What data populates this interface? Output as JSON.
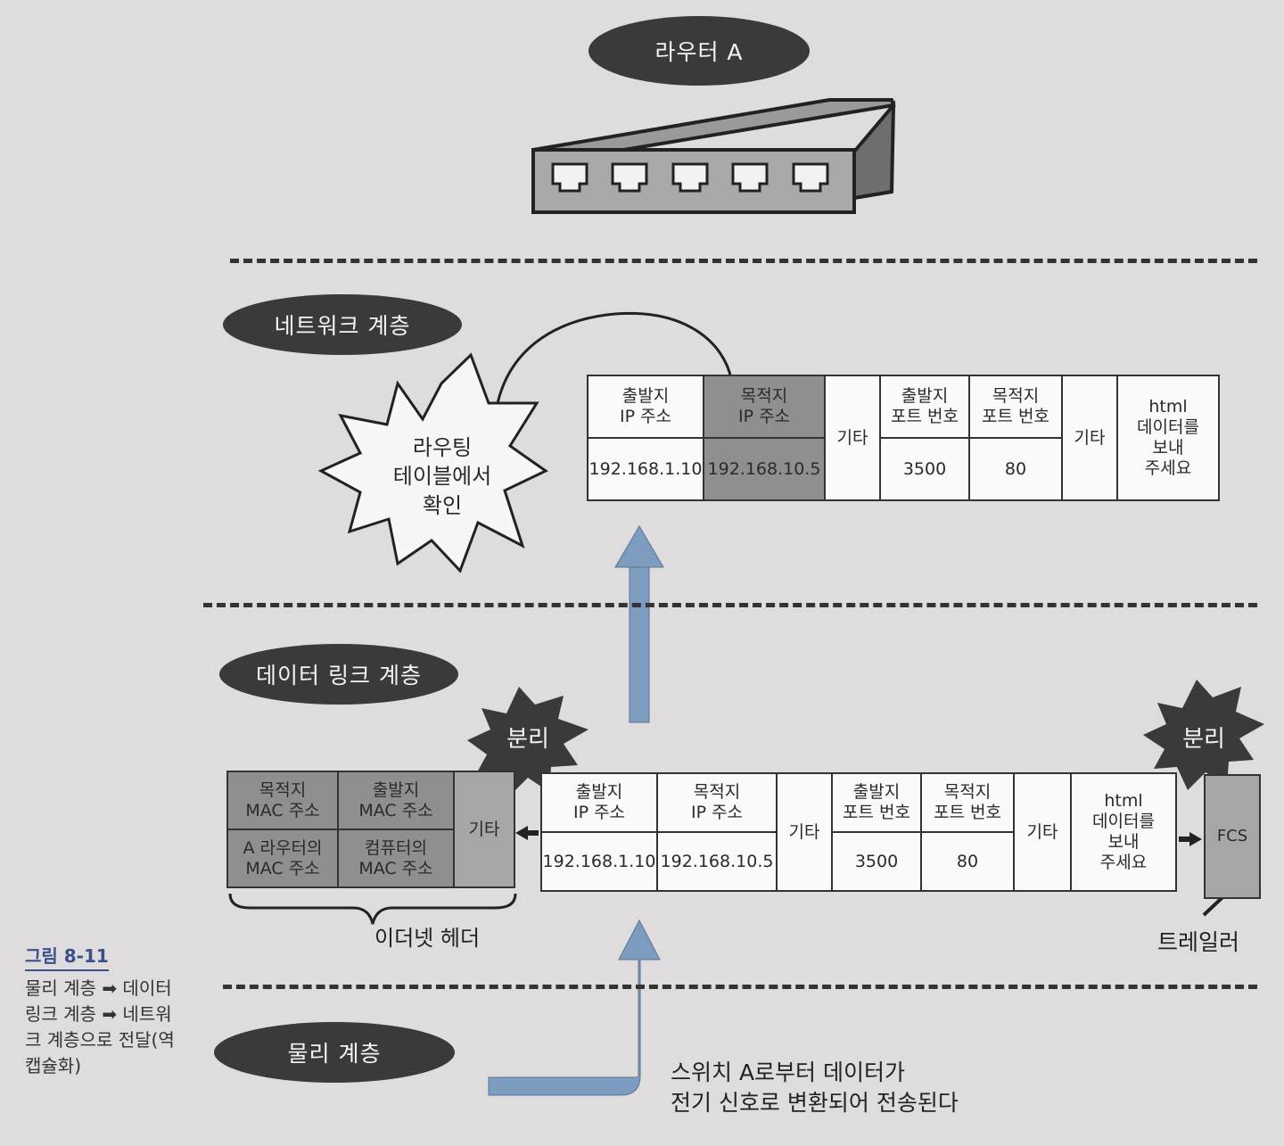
{
  "router": {
    "label": "라우터 A",
    "icon": "router-icon"
  },
  "layers": {
    "network": "네트워크 계층",
    "datalink": "데이터 링크 계층",
    "physical": "물리 계층"
  },
  "routing_burst": "라우팅\n테이블에서\n확인",
  "split_label_left": "분리",
  "split_label_right": "분리",
  "network_packet": {
    "src_ip_label": "출발지\nIP 주소",
    "dst_ip_label": "목적지\nIP 주소",
    "other1": "기타",
    "src_port_label": "출발지\n포트 번호",
    "dst_port_label": "목적지\n포트 번호",
    "other2": "기타",
    "data": "html\n데이터를\n보내\n주세요",
    "src_ip": "192.168.1.10",
    "dst_ip": "192.168.10.5",
    "src_port": "3500",
    "dst_port": "80"
  },
  "ethernet_header": {
    "dst_mac_label": "목적지\nMAC 주소",
    "src_mac_label": "출발지\nMAC 주소",
    "dst_mac_value": "A 라우터의\nMAC 주소",
    "src_mac_value": "컴퓨터의\nMAC 주소",
    "other": "기타",
    "brace_label": "이더넷 헤더"
  },
  "frame_packet": {
    "src_ip_label": "출발지\nIP 주소",
    "dst_ip_label": "목적지\nIP 주소",
    "other1": "기타",
    "src_port_label": "출발지\n포트 번호",
    "dst_port_label": "목적지\n포트 번호",
    "other2": "기타",
    "data": "html\n데이터를\n보내\n주세요",
    "src_ip": "192.168.1.10",
    "dst_ip": "192.168.10.5",
    "src_port": "3500",
    "dst_port": "80"
  },
  "trailer": {
    "fcs": "FCS",
    "label": "트레일러"
  },
  "physical_note": "스위치 A로부터 데이터가\n전기 신호로 변환되어 전송된다",
  "figure": {
    "number": "그림 8-11",
    "caption": "물리 계층 ➡ 데이터\n링크 계층 ➡ 네트워\n크 계층으로 전달(역\n캡슐화)"
  },
  "colors": {
    "background": "#dedcdd",
    "pill": "#3a3a3a",
    "arrow": "#7d9cc0",
    "highlight_gray": "#8f8f8f",
    "caption_accent": "#3b4f8a"
  }
}
